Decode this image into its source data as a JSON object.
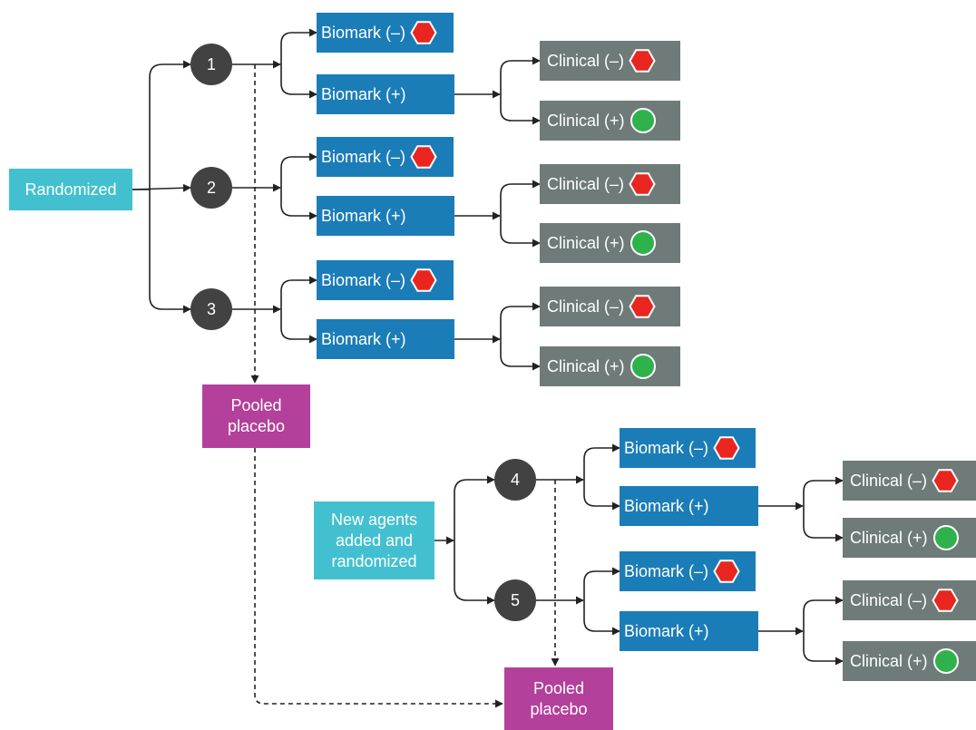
{
  "colors": {
    "start": "#43c0cf",
    "arm_circle": "#424242",
    "biomark_box": "#1b7db8",
    "clinical_box": "#6e7b79",
    "pooled_placebo": "#b3409a",
    "stop_sign": "#e8251f",
    "go_sign": "#2fb24c",
    "connector": "#222222"
  },
  "icons": {
    "negative": "red-hexagon-stop-icon",
    "positive": "green-circle-go-icon"
  },
  "start_initial": "Randomized",
  "start_new": "New agents added and randomized",
  "pooled_placebo_upper": "Pooled placebo",
  "pooled_placebo_lower": "Pooled placebo",
  "arms": [
    {
      "label": "1",
      "biomark_neg": "Biomark (–)",
      "biomark_pos": "Biomark (+)",
      "clinical_neg": "Clinical (–)",
      "clinical_pos": "Clinical (+)"
    },
    {
      "label": "2",
      "biomark_neg": "Biomark (–)",
      "biomark_pos": "Biomark (+)",
      "clinical_neg": "Clinical (–)",
      "clinical_pos": "Clinical (+)"
    },
    {
      "label": "3",
      "biomark_neg": "Biomark (–)",
      "biomark_pos": "Biomark (+)",
      "clinical_neg": "Clinical (–)",
      "clinical_pos": "Clinical (+)"
    },
    {
      "label": "4",
      "biomark_neg": "Biomark (–)",
      "biomark_pos": "Biomark (+)",
      "clinical_neg": "Clinical (–)",
      "clinical_pos": "Clinical (+)"
    },
    {
      "label": "5",
      "biomark_neg": "Biomark (–)",
      "biomark_pos": "Biomark (+)",
      "clinical_neg": "Clinical (–)",
      "clinical_pos": "Clinical (+)"
    }
  ]
}
